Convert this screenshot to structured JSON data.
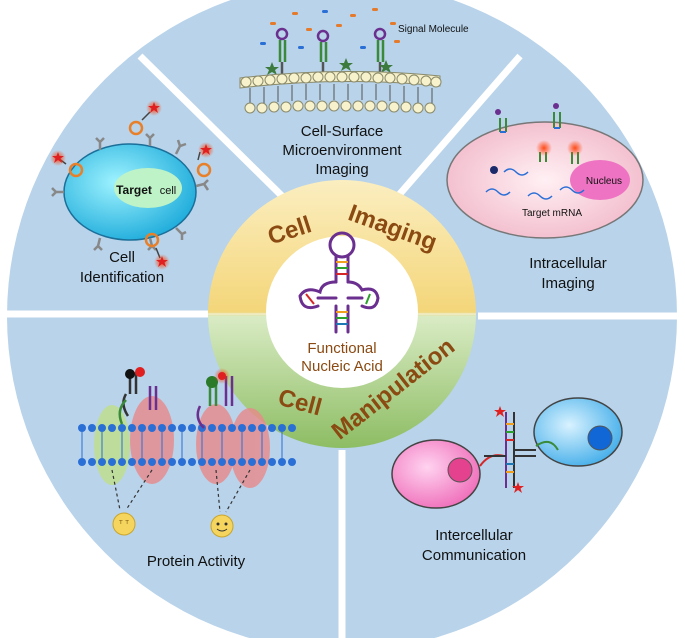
{
  "center": {
    "title_line1": "Functional",
    "title_line2": "Nucleic Acid",
    "ring_top_word1": "Cell",
    "ring_top_word2": "Imaging",
    "ring_bottom_word1": "Cell",
    "ring_bottom_word2": "Manipulation"
  },
  "sectors": {
    "surface": {
      "line1": "Cell-Surface",
      "line2": "Microenvironment",
      "line3": "Imaging",
      "annotation": "Signal Molecule"
    },
    "identification": {
      "line1": "Cell",
      "line2": "Identification",
      "cell_label_a": "Target",
      "cell_label_b": "cell"
    },
    "intracellular": {
      "line1": "Intracellular",
      "line2": "Imaging",
      "nucleus_label": "Nucleus",
      "mrna_label": "Target mRNA"
    },
    "protein": {
      "line1": "Protein Activity"
    },
    "communication": {
      "line1": "Intercellular",
      "line2": "Communication"
    }
  },
  "colors": {
    "outer_disc": "#b8d3ea",
    "divider": "#ffffff",
    "ring_top": "#f7dd86",
    "ring_bottom": "#9cc57a",
    "label_brown": "#8a4a12",
    "hairpin_purple": "#6a2f8f"
  }
}
